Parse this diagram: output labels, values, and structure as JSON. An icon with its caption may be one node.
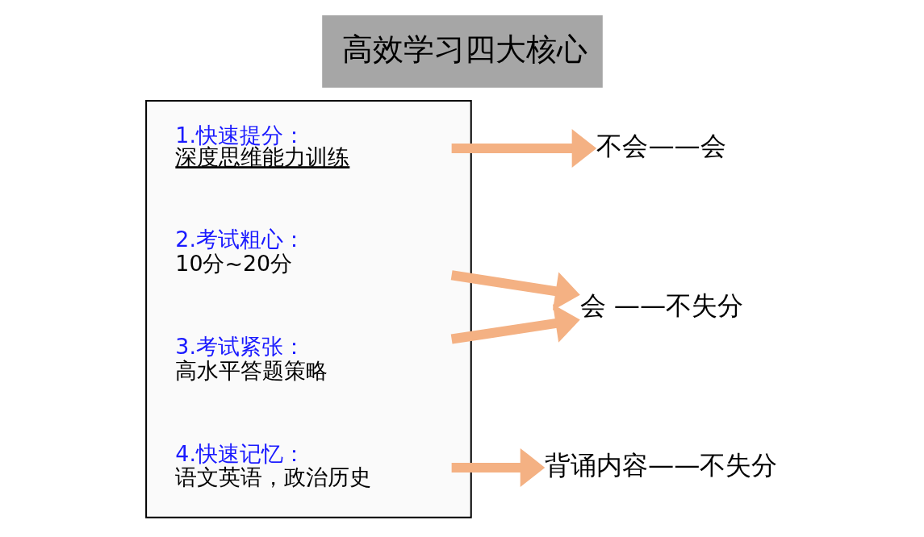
{
  "diagram": {
    "title": "高效学习四大核心",
    "nodes": [
      {
        "text": [],
        "shape": "box"
      },
      {
        "text": [
          "1.快速提分：",
          "深度思维能力训练"
        ],
        "in": 0
      },
      {
        "text": [
          "2.考试粗心：",
          "10分~20分"
        ],
        "in": 0
      },
      {
        "text": [
          "3.考试紧张：",
          "高水平答题策略"
        ],
        "in": 0
      },
      {
        "text": [
          "4.快速记忆：",
          "语文英语，政治历史"
        ],
        "in": 0
      },
      {
        "text": [
          "不会——会"
        ]
      },
      {
        "text": [
          "会 ——不失分"
        ]
      },
      {
        "text": [
          "背诵内容——不失分"
        ]
      }
    ],
    "edges": [
      {
        "from": 1,
        "to": 5,
        "arrow": "to"
      },
      {
        "from": 2,
        "to": 6,
        "arrow": "to"
      },
      {
        "from": 3,
        "to": 6,
        "arrow": "to"
      },
      {
        "from": 4,
        "to": 7,
        "arrow": "to"
      }
    ]
  }
}
